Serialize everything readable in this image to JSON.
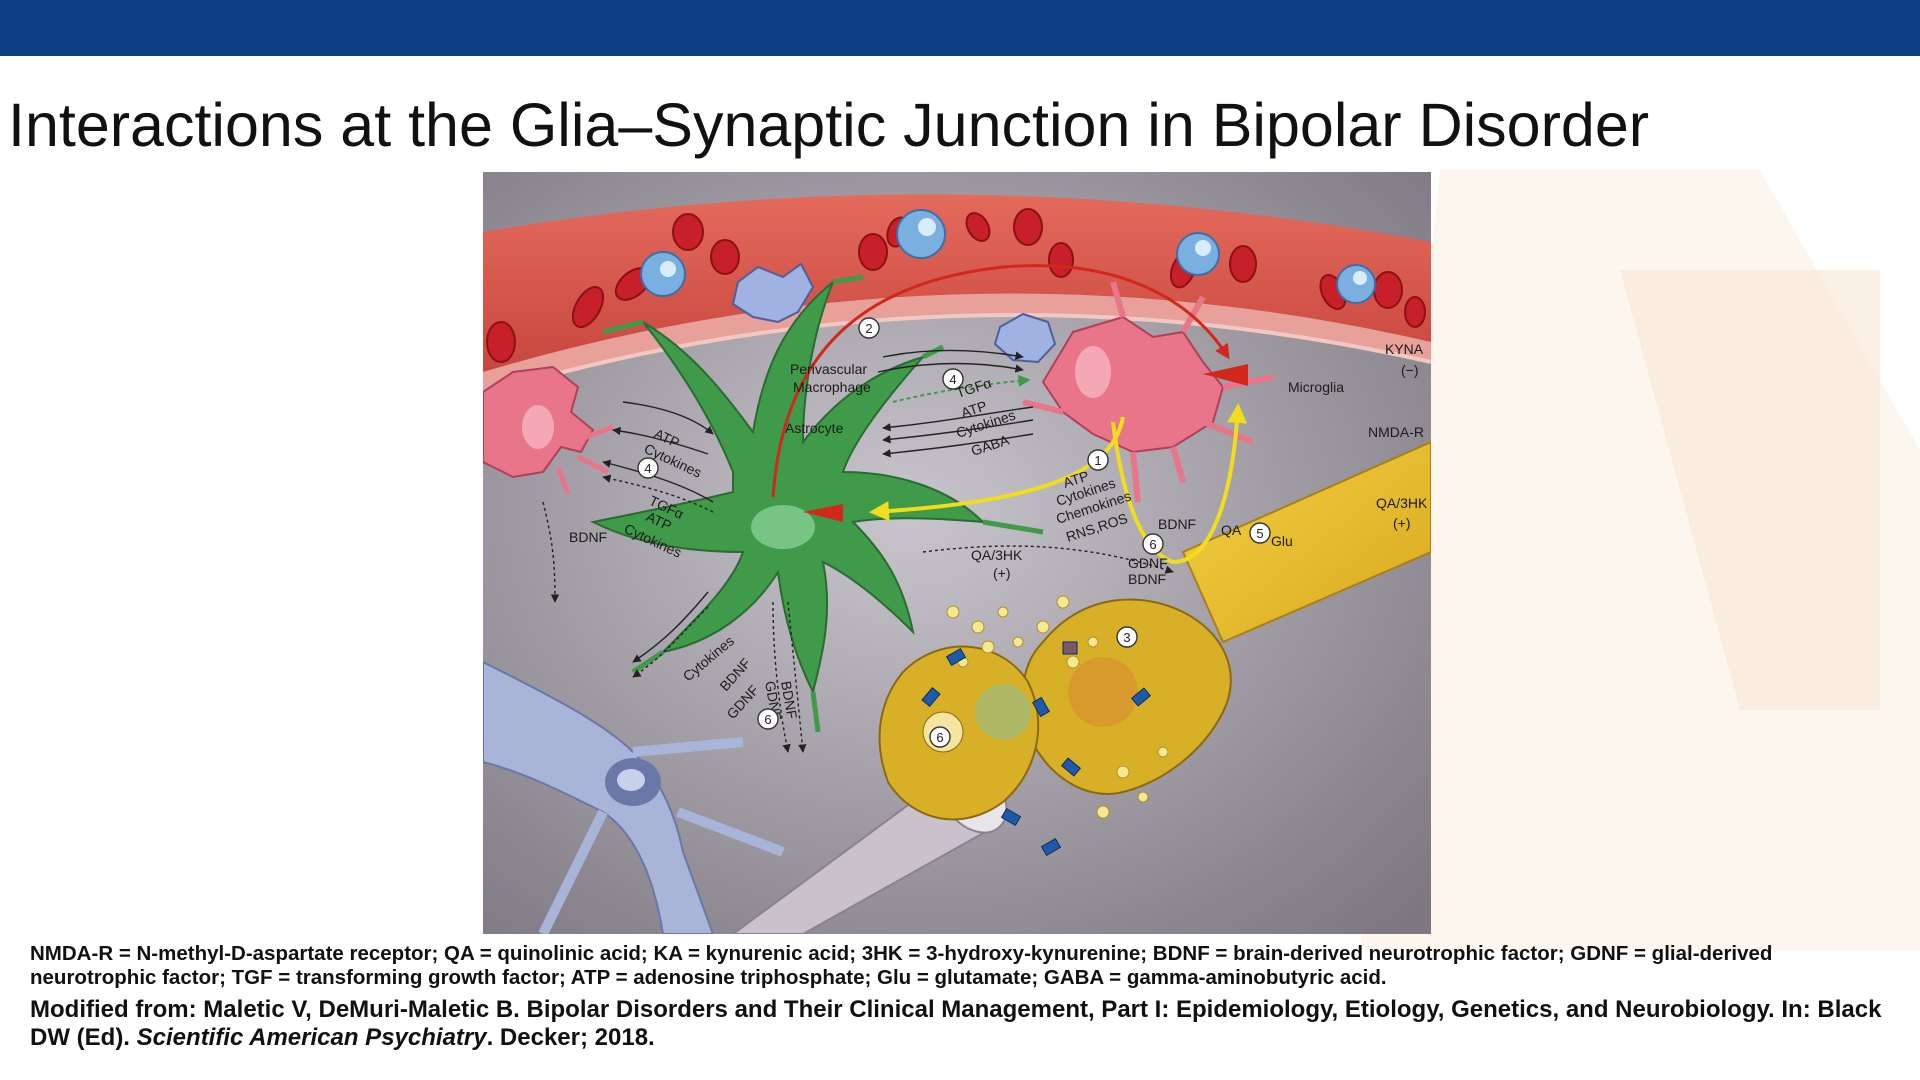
{
  "slide": {
    "title": "Interactions at the Glia–Synaptic Junction in Bipolar Disorder"
  },
  "figure": {
    "labels": {
      "perivascular_macrophage_1": "Perivascular",
      "perivascular_macrophage_2": "Macrophage",
      "astrocyte": "Astrocyte",
      "microglia": "Microglia",
      "kyna": "KYNA",
      "kyna_sign": "(−)",
      "nmda_r": "NMDA-R",
      "qa3hk_right": "QA/3HK",
      "qa3hk_right_sign": "(+)",
      "qa3hk_left": "QA/3HK",
      "qa3hk_left_sign": "(+)",
      "tgfa_top": "TGFα",
      "atp_top": "ATP",
      "cytokines_top": "Cytokines",
      "gaba": "GABA",
      "atp_mid": "ATP",
      "cytokines_mid": "Cytokines",
      "chemokines": "Chemokines",
      "rns_ros": "RNS,ROS",
      "bdnf_mid": "BDNF",
      "qa": "QA",
      "glu": "Glu",
      "gdnf_mid": "GDNF",
      "bdnf_mid2": "BDNF",
      "atp_left": "ATP",
      "cytokines_left": "Cytokines",
      "tgfa_left": "TGFα",
      "atp_left2": "ATP",
      "cytokines_left2": "Cytokines",
      "bdnf_far_left": "BDNF",
      "cytokines_low": "Cytokines",
      "bdnf_low": "BDNF",
      "gdnf_low": "GDNF",
      "bdnf_bottom": "BDNF",
      "gdnf_bottom": "GDNF"
    },
    "step_numbers": {
      "n1": "1",
      "n2": "2",
      "n3": "3",
      "n4a": "4",
      "n4b": "4",
      "n5": "5",
      "n6a": "6",
      "n6b": "6",
      "n6c": "6"
    },
    "colors": {
      "vessel": "#d9534a",
      "rbc": "#c8202a",
      "astrocyte": "#3f9a4a",
      "microglia": "#e8758a",
      "neuron": "#a8b4d8",
      "synapse": "#d8b028",
      "receptor": "#1e5aa8",
      "arrow_red": "#d2281c",
      "arrow_yellow": "#f2dc1e"
    }
  },
  "footnote": {
    "abbreviations": "NMDA-R = N-methyl-D-aspartate receptor; QA = quinolinic acid; KA = kynurenic acid; 3HK = 3-hydroxy-kynurenine; BDNF = brain-derived neurotrophic factor; GDNF = glial-derived neurotrophic factor; TGF = transforming growth factor; ATP = adenosine triphosphate; Glu = glutamate; GABA = gamma-aminobutyric acid.",
    "citation_prefix": "Modified from: Maletic V, DeMuri-Maletic B. Bipolar Disorders and Their Clinical Management, Part I: Epidemiology, Etiology, Genetics, and Neurobiology. In: Black DW (Ed).",
    "citation_journal": "Scientific American Psychiatry",
    "citation_suffix": ". Decker; 2018."
  }
}
